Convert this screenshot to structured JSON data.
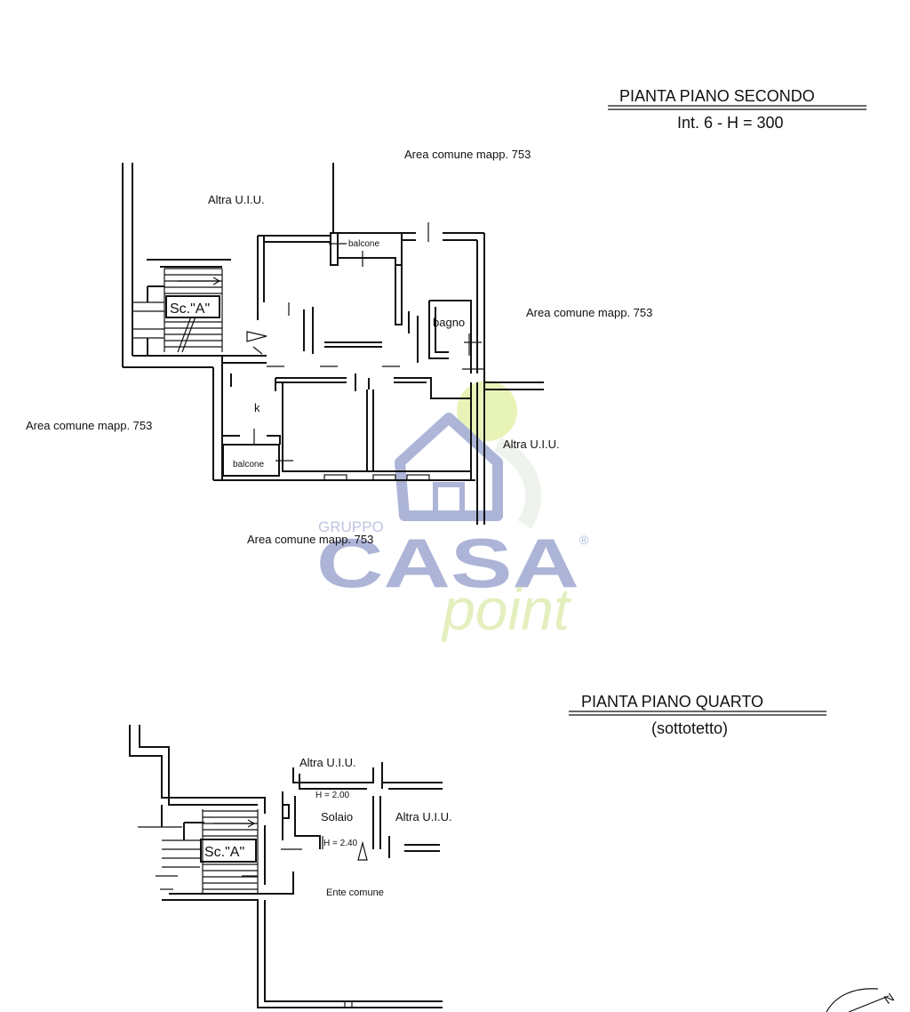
{
  "sheet": {
    "second_floor": {
      "title": "PIANTA PIANO SECONDO",
      "subtitle": "Int. 6 - H = 300",
      "labels": {
        "area_top": "Area comune mapp. 753",
        "altra_top": "Altra U.I.U.",
        "balcone_top": "balcone",
        "area_right": "Area comune mapp. 753",
        "bagno": "bagno",
        "stair": "Sc.\"A\"",
        "area_left": "Area comune mapp. 753",
        "kitchen": "k",
        "altra_right": "Altra U.I.U.",
        "balcone_bottom": "balcone",
        "area_bottom": "Area comune mapp. 753"
      }
    },
    "fourth_floor": {
      "title": "PIANTA PIANO QUARTO",
      "subtitle": "(sottotetto)",
      "labels": {
        "altra_top": "Altra U.I.U.",
        "h200": "H = 2.00",
        "solaio": "Solaio",
        "altra_right": "Altra U.I.U.",
        "stair": "Sc.\"A\"",
        "h240": "H = 2.40",
        "ente": "Ente comune"
      }
    },
    "watermark": {
      "gruppo": "GRUPPO",
      "casa": "CASA",
      "point": "point",
      "reg": "®",
      "blue": "#4a5aa8",
      "green": "#c8e07a"
    },
    "north": {
      "letter": "N"
    }
  }
}
